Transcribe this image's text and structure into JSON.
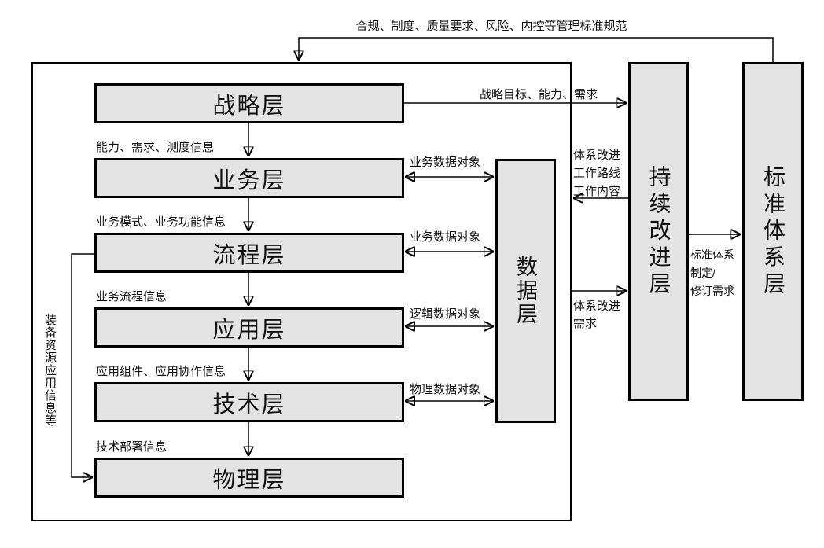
{
  "colors": {
    "box_fill": "#e3e3e3",
    "box_border": "#000000",
    "line_color": "#000000",
    "background": "#ffffff"
  },
  "top_banner": {
    "label": "合规、制度、质量要求、风险、内控等管理标准规范"
  },
  "main_stack": {
    "layers": [
      {
        "id": "strategy",
        "label": "战略层"
      },
      {
        "id": "business",
        "label": "业务层",
        "info_above": "能力、需求、测度信息"
      },
      {
        "id": "process",
        "label": "流程层",
        "info_above": "业务模式、业务功能信息"
      },
      {
        "id": "application",
        "label": "应用层",
        "info_above": "业务流程信息"
      },
      {
        "id": "technology",
        "label": "技术层",
        "info_above": "应用组件、应用协作信息"
      },
      {
        "id": "physical",
        "label": "物理层",
        "info_above": "技术部署信息"
      }
    ]
  },
  "data_layer": {
    "label": "数据层"
  },
  "data_links": [
    {
      "from": "业务层",
      "label": "业务数据对象"
    },
    {
      "from": "流程层",
      "label": "业务数据对象"
    },
    {
      "from": "应用层",
      "label": "逻辑数据对象"
    },
    {
      "from": "技术层",
      "label": "物理数据对象"
    }
  ],
  "right_panels": {
    "continuous_improvement": {
      "label": "持续改进层"
    },
    "standard_system": {
      "label": "标准体系层"
    }
  },
  "flow_labels": {
    "strategy_to_improvement": "战略目标、能力、需求",
    "improvement_to_arch": "体系改进\n工作路线\n工作内容",
    "arch_to_improvement": "体系改进\n需求",
    "improvement_to_standard": "标准体系\n制定/\n修订需求",
    "left_loop": "装备资源应用信息等"
  }
}
